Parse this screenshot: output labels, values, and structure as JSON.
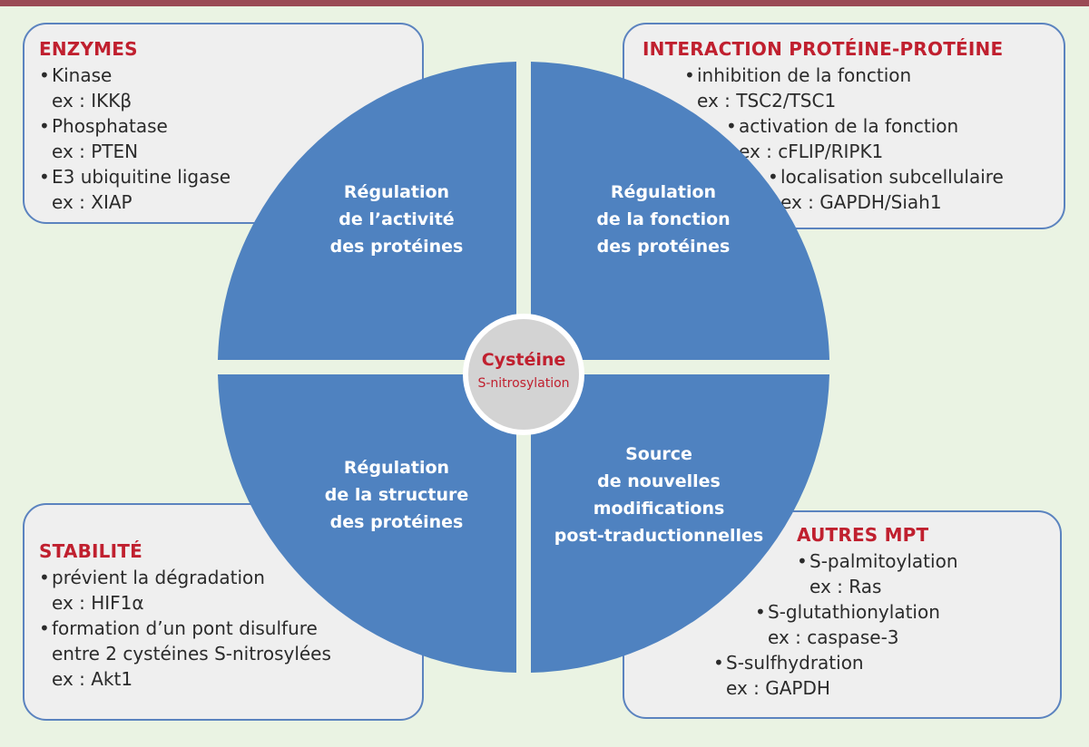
{
  "quadrants": {
    "top_left": [
      "Régulation",
      "de l’activité",
      "des protéines"
    ],
    "top_right": [
      "Régulation",
      "de la fonction",
      "des protéines"
    ],
    "bottom_left": [
      "Régulation",
      "de la structure",
      "des protéines"
    ],
    "bottom_right": [
      "Source",
      "de nouvelles",
      "modifications",
      "post-traductionnelles"
    ]
  },
  "center": {
    "title": "Cystéine",
    "subtitle": "S-nitrosylation"
  },
  "boxes": {
    "enzymes": {
      "title": "ENZYMES",
      "lines": [
        {
          "text": "Kinase",
          "bullet": true,
          "indent": 0
        },
        {
          "text": "ex : IKKβ",
          "bullet": false,
          "indent": 0
        },
        {
          "text": "Phosphatase",
          "bullet": true,
          "indent": 0
        },
        {
          "text": "ex : PTEN",
          "bullet": false,
          "indent": 0
        },
        {
          "text": "E3 ubiquitine ligase",
          "bullet": true,
          "indent": 0
        },
        {
          "text": "ex : XIAP",
          "bullet": false,
          "indent": 0
        }
      ]
    },
    "interaction": {
      "title": "INTERACTION PROTÉINE-PROTÉINE",
      "lines": [
        {
          "text": "inhibition de la fonction",
          "bullet": true,
          "indent": 1
        },
        {
          "text": "ex : TSC2/TSC1",
          "bullet": false,
          "indent": 1
        },
        {
          "text": "activation de la fonction",
          "bullet": true,
          "indent": 2
        },
        {
          "text": "ex : cFLIP/RIPK1",
          "bullet": false,
          "indent": 2
        },
        {
          "text": "localisation subcellulaire",
          "bullet": true,
          "indent": 3
        },
        {
          "text": "ex : GAPDH/Siah1",
          "bullet": false,
          "indent": 3
        }
      ]
    },
    "stabilite": {
      "title": "STABILITÉ",
      "lines": [
        {
          "text": "prévient la dégradation",
          "bullet": true,
          "indent": 0
        },
        {
          "text": "ex : HIF1α",
          "bullet": false,
          "indent": 0
        },
        {
          "text": "formation d’un pont disulfure",
          "bullet": true,
          "indent": 0
        },
        {
          "text": "entre 2 cystéines S-nitrosylées",
          "bullet": false,
          "indent": 0
        },
        {
          "text": "ex : Akt1",
          "bullet": false,
          "indent": 0
        }
      ]
    },
    "autres": {
      "title": "AUTRES MPT",
      "lines": [
        {
          "text": "S-palmitoylation",
          "bullet": true,
          "indent": 0
        },
        {
          "text": "ex : Ras",
          "bullet": false,
          "indent": 0
        },
        {
          "text": "S-glutathionylation",
          "bullet": true,
          "indent": -1
        },
        {
          "text": "ex : caspase-3",
          "bullet": false,
          "indent": -1
        },
        {
          "text": "S-sulfhydration",
          "bullet": true,
          "indent": -2
        },
        {
          "text": "ex : GAPDH",
          "bullet": false,
          "indent": -2
        }
      ]
    }
  },
  "colors": {
    "quadrant_fill": "#4f82c0",
    "box_border": "#5b83bf",
    "box_fill": "#efefef",
    "accent_red": "#c0202f",
    "background": "#eaf3e3",
    "center_fill": "#d3d3d3"
  }
}
